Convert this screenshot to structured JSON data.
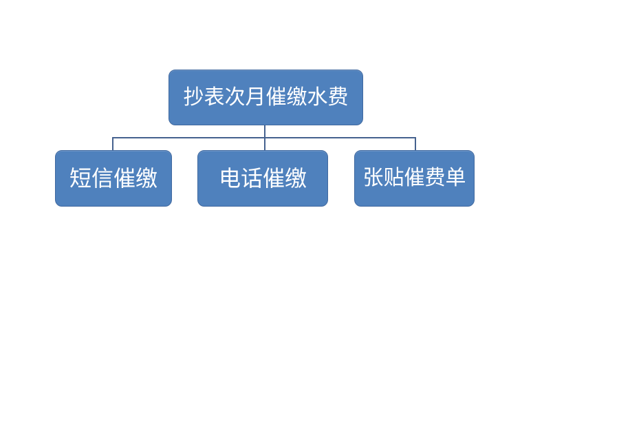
{
  "diagram": {
    "type": "org-chart",
    "root": {
      "label": "抄表次月催缴水费"
    },
    "children": [
      {
        "label": "短信催缴"
      },
      {
        "label": "电话催缴"
      },
      {
        "label": "张贴催费单"
      }
    ]
  },
  "colors": {
    "background": "#ffffff",
    "node_fill": "#4f81bd",
    "node_border": "#3f689f",
    "connector": "#45618e",
    "text": "#ffffff"
  }
}
